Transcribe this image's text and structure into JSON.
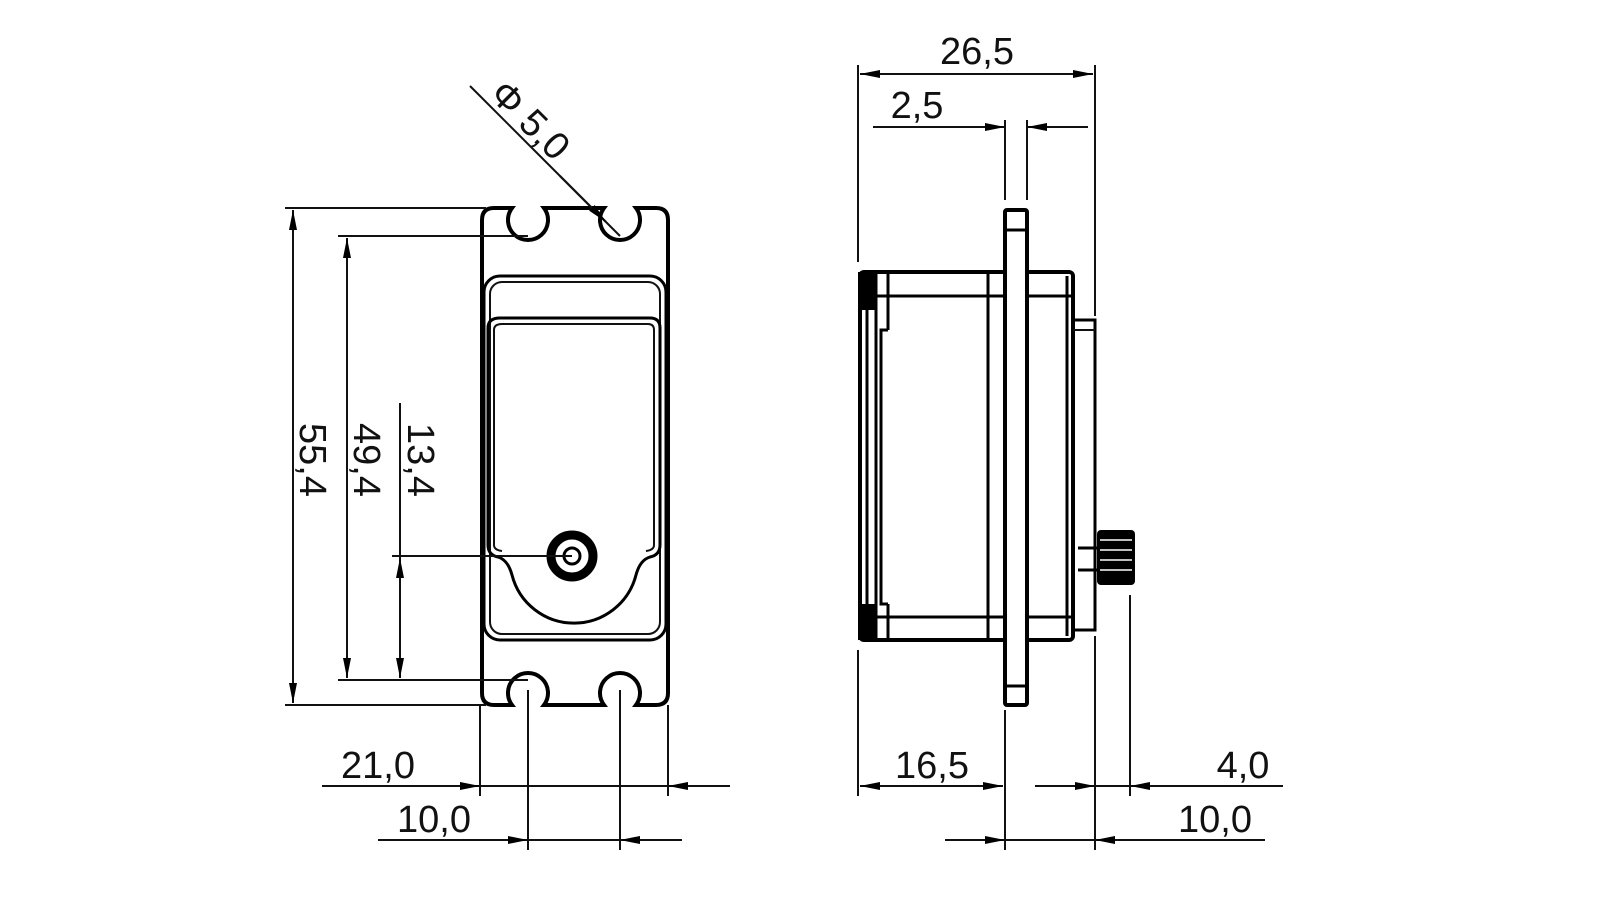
{
  "drawing": {
    "front_view": {
      "height_overall": "55,4",
      "hole_spacing_vertical": "49,4",
      "shaft_offset": "13,4",
      "hole_diameter": "Φ 5,0",
      "width_overall": "21,0",
      "hole_spacing_horizontal": "10,0"
    },
    "side_view": {
      "depth_overall": "26,5",
      "flange_thickness": "2,5",
      "body_to_flange": "16,5",
      "shaft_height": "4,0",
      "flange_to_top": "10,0"
    },
    "colors": {
      "line": "#000000",
      "background": "#ffffff"
    }
  }
}
